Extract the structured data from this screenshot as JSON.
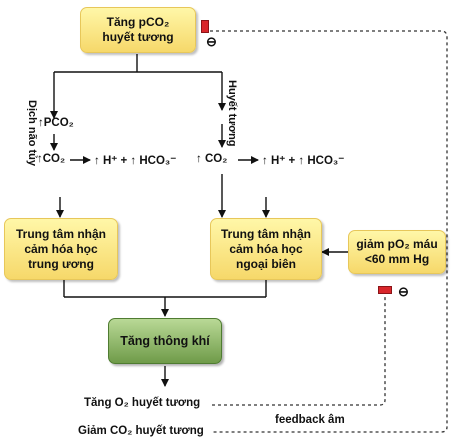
{
  "boxes": {
    "top_line1": "Tăng pCO₂",
    "top_line2": "huyết tương",
    "central_line1": "Trung tâm nhận",
    "central_line2": "cảm hóa học",
    "central_line3": "trung ương",
    "peripheral_line1": "Trung tâm nhận",
    "peripheral_line2": "cảm hóa học",
    "peripheral_line3": "ngoại biên",
    "po2_line1": "giảm pO₂ máu",
    "po2_line2": "<60 mm Hg",
    "ventilation": "Tăng thông khí"
  },
  "side_labels": {
    "csf": "Dịch não tủy",
    "plasma": "Huyết tương"
  },
  "chem": {
    "left_pco2": "↑PCO₂",
    "left_eq_lhs": "↑CO₂",
    "left_eq_rhs": "↑ H⁺ + ↑ HCO₃⁻",
    "right_eq_lhs": "↑ CO₂",
    "right_eq_rhs": "↑ H⁺ + ↑ HCO₃⁻"
  },
  "outputs": {
    "o2": "Tăng O₂ huyết tương",
    "co2": "Giảm CO₂ huyết tương",
    "feedback": "feedback âm"
  },
  "inhibit_symbol": "⊖",
  "colors": {
    "box_yellow": "#f6d86a",
    "box_green": "#6f9b49",
    "inhibitor_red": "#d9262b"
  }
}
